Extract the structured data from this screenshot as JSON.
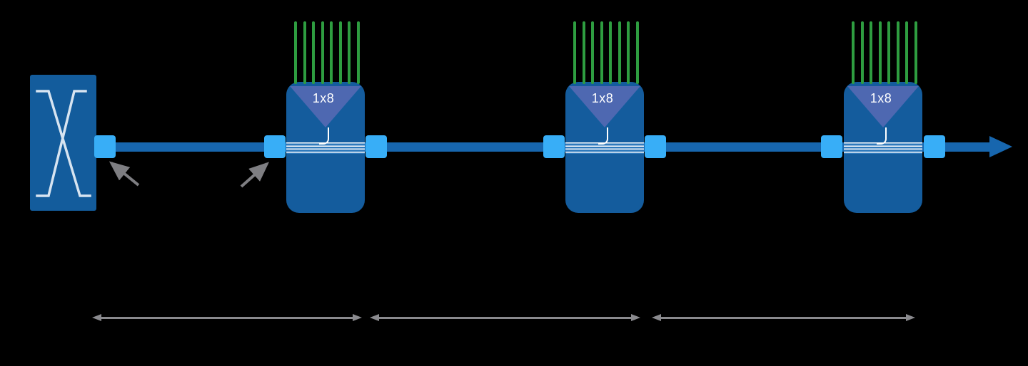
{
  "diagram": {
    "splitters": [
      {
        "label": "1x8",
        "output_fibers": 8
      },
      {
        "label": "1x8",
        "output_fibers": 8
      },
      {
        "label": "1x8",
        "output_fibers": 8
      }
    ],
    "span_arrow_count": 3,
    "pointer_arrow_count": 2,
    "colors": {
      "background": "#000000",
      "device_blue": "#145C9D",
      "feeder_line_blue": "#1766AE",
      "connector_blue": "#38AEF7",
      "splitter_triangle_blue": "#4E68B1",
      "drop_fiber_green": "#2E9D40",
      "arrow_gray": "#8A8A8E",
      "switch_glyph_white": "#D7E4F1",
      "label_white": "#FFFFFF"
    },
    "icons": {
      "switch": "cross-connect-icon",
      "splitter": "splitter-triangle-icon",
      "feeder_end": "right-arrowhead-icon",
      "pointers": "connector-pointer-arrow",
      "spans": "distance-span-arrow"
    }
  }
}
